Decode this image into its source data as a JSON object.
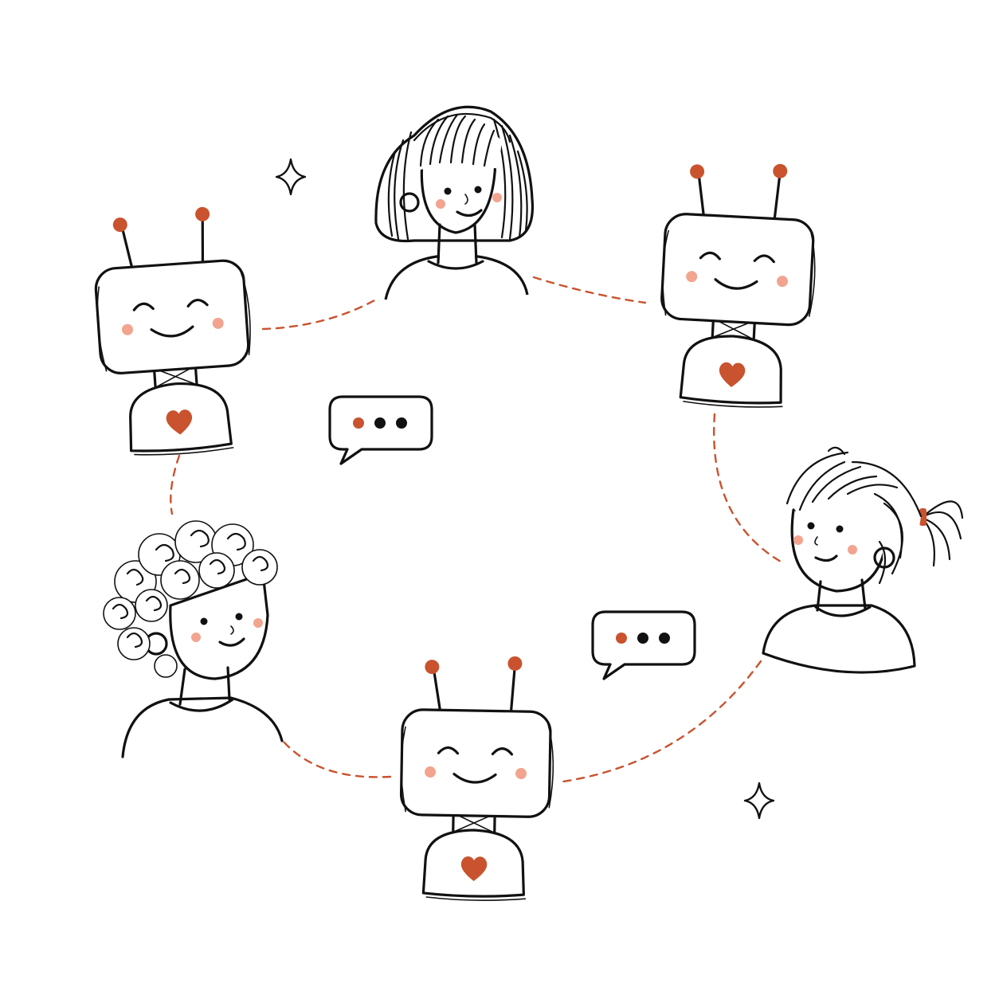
{
  "colors": {
    "accent": "#C9532E",
    "ink": "#111111",
    "blush": "#F2A48F",
    "background": "#FFFFFF"
  },
  "figures": [
    {
      "kind": "robot",
      "role": "robot-top-left"
    },
    {
      "kind": "person",
      "role": "girl-bob-hair"
    },
    {
      "kind": "robot",
      "role": "robot-top-right"
    },
    {
      "kind": "person",
      "role": "girl-ponytail"
    },
    {
      "kind": "robot",
      "role": "robot-bottom"
    },
    {
      "kind": "person",
      "role": "boy-curly-hair"
    }
  ],
  "chat_bubbles": [
    {
      "dots": 3,
      "dot_colors": [
        "accent",
        "ink",
        "ink"
      ]
    },
    {
      "dots": 3,
      "dot_colors": [
        "accent",
        "ink",
        "ink"
      ]
    }
  ],
  "decorations": {
    "sparkles": 2,
    "connector_style": "dashed"
  }
}
